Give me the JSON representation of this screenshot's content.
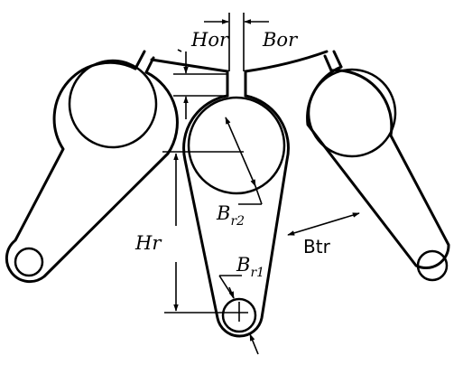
{
  "labels": {
    "hor": "Hor",
    "bor": "Bor",
    "br2_main": "B",
    "br2_sub": "r2",
    "hr": "Hr",
    "btr": "Btr",
    "br1_main": "B",
    "br1_sub": "r1"
  },
  "colors": {
    "stroke": "#000000",
    "background": "#ffffff"
  }
}
